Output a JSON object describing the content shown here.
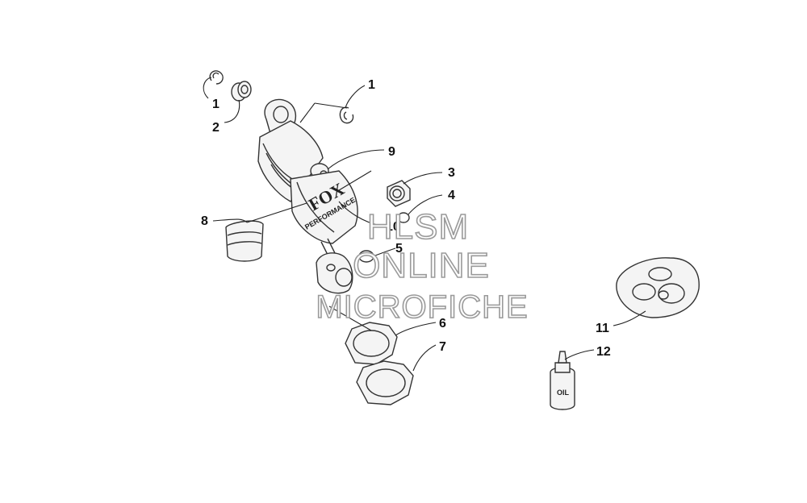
{
  "callouts": {
    "c1a": "1",
    "c1b": "1",
    "c2": "2",
    "c3": "3",
    "c4": "4",
    "c5": "5",
    "c6": "6",
    "c7": "7",
    "c8": "8",
    "c9": "9",
    "c10": "10",
    "c11": "11",
    "c12": "12"
  },
  "watermark": {
    "line1": "HLSM",
    "line2": "ONLINE",
    "line3": "MICROFICHE",
    "color": "#9a9a9a"
  },
  "shock_branding": {
    "logo": "FOX",
    "tagline": "PERFORMANCE"
  },
  "oil_bottle": {
    "label": "OIL"
  },
  "colors": {
    "line": "#333333",
    "shading": "#d8d8d8",
    "background": "#ffffff"
  }
}
